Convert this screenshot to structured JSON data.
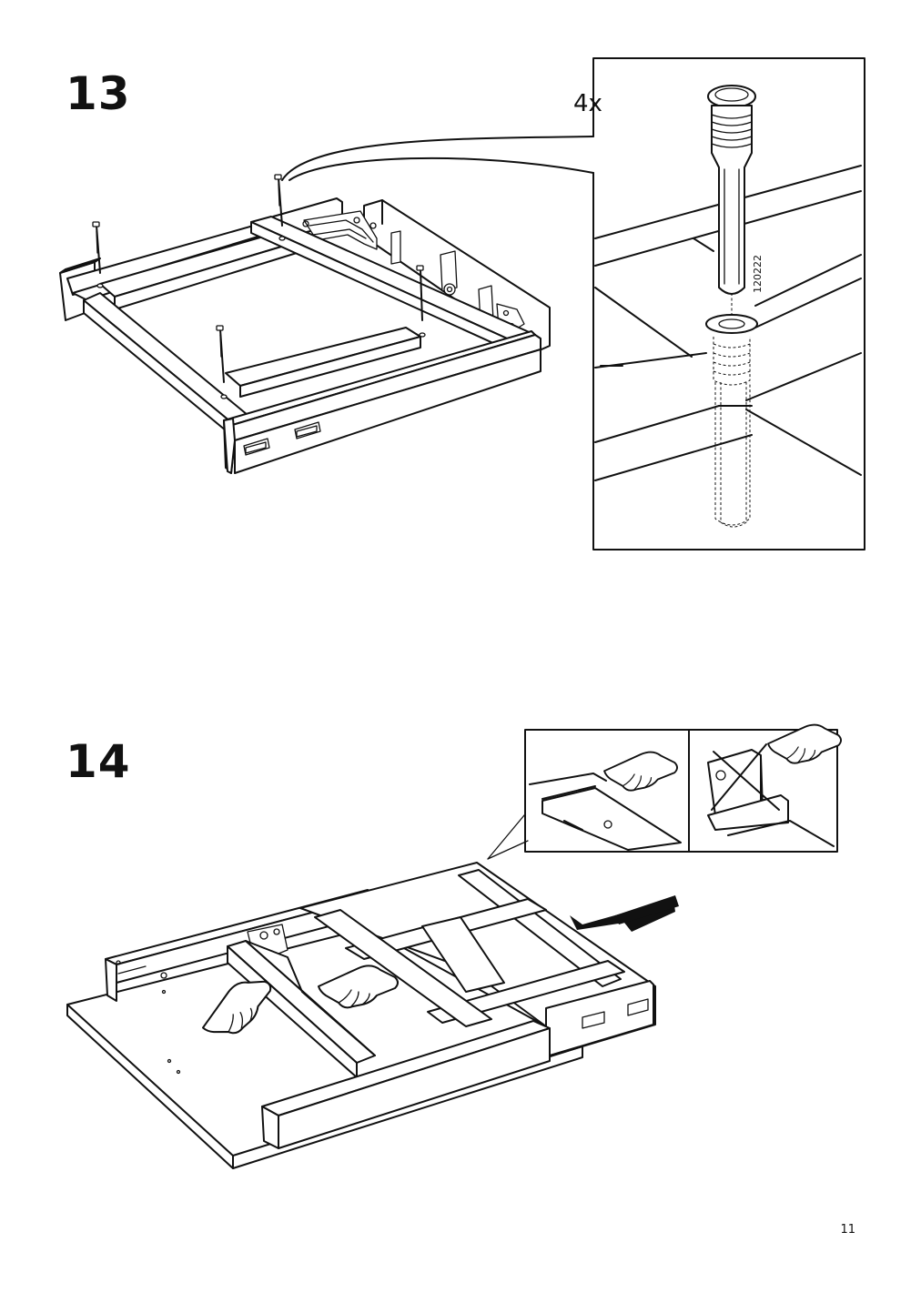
{
  "steps": [
    {
      "number": "13",
      "quantity": "4x",
      "part_number": "120222"
    },
    {
      "number": "14"
    }
  ],
  "page_number": "11"
}
